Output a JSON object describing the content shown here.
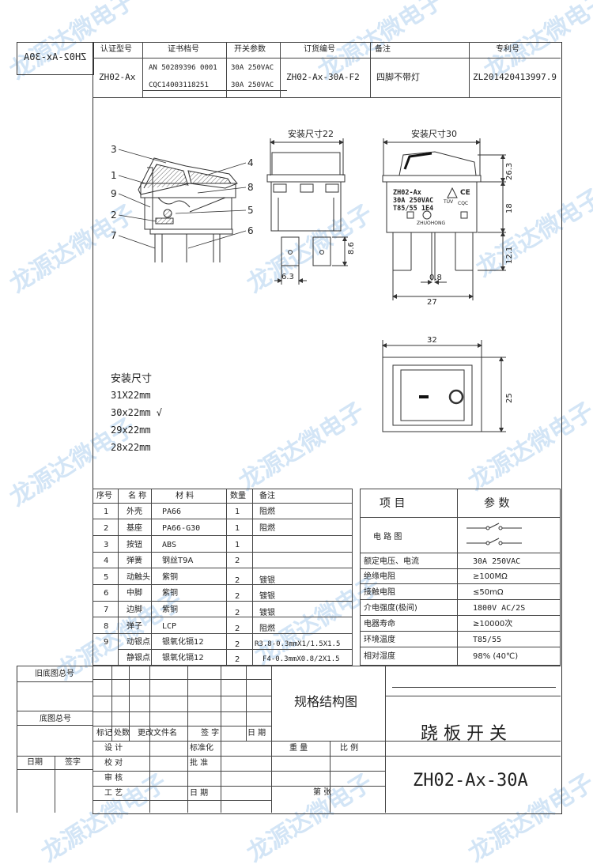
{
  "header": {
    "cols": [
      "认证型号",
      "证书档号",
      "开关参数",
      "订货编号",
      "备注",
      "专利号"
    ],
    "corner_mirrored": "ZH02-Ax-30A",
    "model": "ZH02-Ax",
    "cert1": "AN 50289396 0001",
    "cert2": "CQC14003118251",
    "param1": "30A 250VAC",
    "param2": "30A 250VAC",
    "order_no": "ZH02-Ax-30A-F2",
    "note": "四脚不带灯",
    "patent": "ZL201420413997.9"
  },
  "drawing": {
    "side_callouts": [
      "3",
      "1",
      "9",
      "2",
      "7",
      "4",
      "8",
      "5",
      "6"
    ],
    "front_title": "安装尺寸22",
    "back_title": "安装尺寸30",
    "dim_86": "8.6",
    "dim_63": "6.3",
    "dim_263": "26.3",
    "dim_18": "18",
    "dim_121": "12.1",
    "dim_08": "0.8",
    "dim_27": "27",
    "dim_32": "32",
    "dim_25": "25",
    "label_model": "ZH02-Ax",
    "label_rating": "30A 250VAC",
    "label_temp": "T85/55 1E4",
    "label_brand": "ZHUOHONG",
    "cert_ce": "CE",
    "cert_tuv": "TÜV",
    "cert_cqc": "CQC",
    "rocker_off": "I",
    "rocker_on": "O"
  },
  "mounting": {
    "title": "安装尺寸",
    "options": [
      "31X22mm",
      "30x22mm  √",
      "29x22mm",
      "28x22mm"
    ]
  },
  "bom": {
    "headers": [
      "序号",
      "名 称",
      "材  料",
      "数量",
      "备注"
    ],
    "rows": [
      [
        "1",
        "外壳",
        "PA66",
        "1",
        "阻燃"
      ],
      [
        "2",
        "基座",
        "PA66-G30",
        "1",
        "阻燃"
      ],
      [
        "3",
        "按钮",
        "ABS",
        "1",
        ""
      ],
      [
        "4",
        "弹簧",
        "钢丝T9A",
        "2",
        ""
      ],
      [
        "5",
        "动触头",
        "紫铜",
        "2",
        "镀银"
      ],
      [
        "6",
        "中脚",
        "紫铜",
        "2",
        "镀银"
      ],
      [
        "7",
        "边脚",
        "紫铜",
        "2",
        "镀银"
      ],
      [
        "8",
        "弹子",
        "LCP",
        "2",
        "阻燃"
      ],
      [
        "9",
        "动银点",
        "银氧化镉12",
        "2",
        "R3.8-0.3mmX1/1.5X1.5"
      ],
      [
        "",
        "静银点",
        "银氧化镉12",
        "2",
        "F4-0.3mmX0.8/2X1.5"
      ]
    ]
  },
  "specs": {
    "headers": [
      "项   目",
      "参   数"
    ],
    "rows": [
      [
        "电 路 图",
        ""
      ],
      [
        "额定电压、电流",
        "30A 250VAC"
      ],
      [
        "绝缘电阻",
        "≥100MΩ"
      ],
      [
        "接触电阻",
        "≤50mΩ"
      ],
      [
        "介电强度(极间)",
        "1800V AC/2S"
      ],
      [
        "电器寿命",
        "≥10000次"
      ],
      [
        "环境温度",
        "T85/55"
      ],
      [
        "相对湿度",
        "98% (40℃)"
      ]
    ]
  },
  "titleblock": {
    "old_drawing_no": "旧底图总号",
    "drawing_no": "底图总号",
    "rev_headers": [
      "标记",
      "处数",
      "更改文件名",
      "签  字",
      "日 期"
    ],
    "design": "设  计",
    "check": "校  对",
    "review": "审  核",
    "process": "工  艺",
    "standard": "标准化",
    "approve": "批  准",
    "date": "日  期",
    "left_date": "日期",
    "left_sign": "签字",
    "drawing_type": "规格结构图",
    "weight": "重  量",
    "scale": "比  例",
    "sheet": "第      张",
    "product_name": "跷 板 开 关",
    "product_code": "ZH02-Ax-30A"
  },
  "watermark": "龙源达微电子"
}
